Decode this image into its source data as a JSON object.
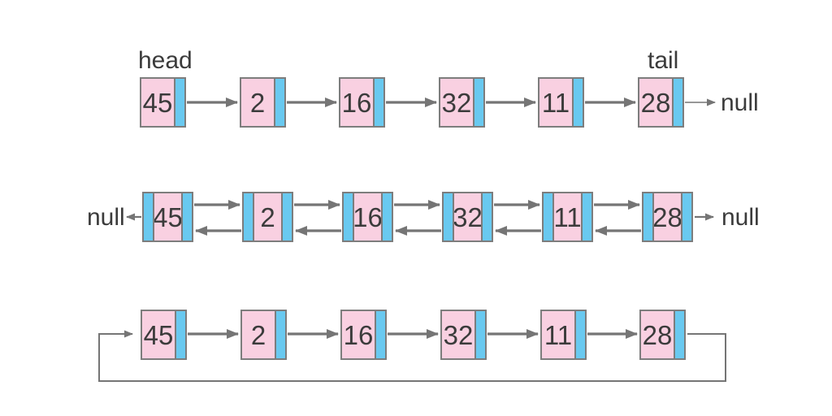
{
  "diagram": {
    "background_color": "#ffffff",
    "node_fill_color": "#f9d0e1",
    "pointer_fill_color": "#69c9f0",
    "border_color": "#7d7d7d",
    "arrow_color": "#757575",
    "text_color": "#3b3b3b",
    "singly": {
      "head_label": "head",
      "tail_label": "tail",
      "null_label": "null",
      "nodes": [
        "45",
        "2",
        "16",
        "32",
        "11",
        "28"
      ]
    },
    "doubly": {
      "null_left_label": "null",
      "null_right_label": "null",
      "nodes": [
        "45",
        "2",
        "16",
        "32",
        "11",
        "28"
      ]
    },
    "circular": {
      "nodes": [
        "45",
        "2",
        "16",
        "32",
        "11",
        "28"
      ]
    }
  }
}
